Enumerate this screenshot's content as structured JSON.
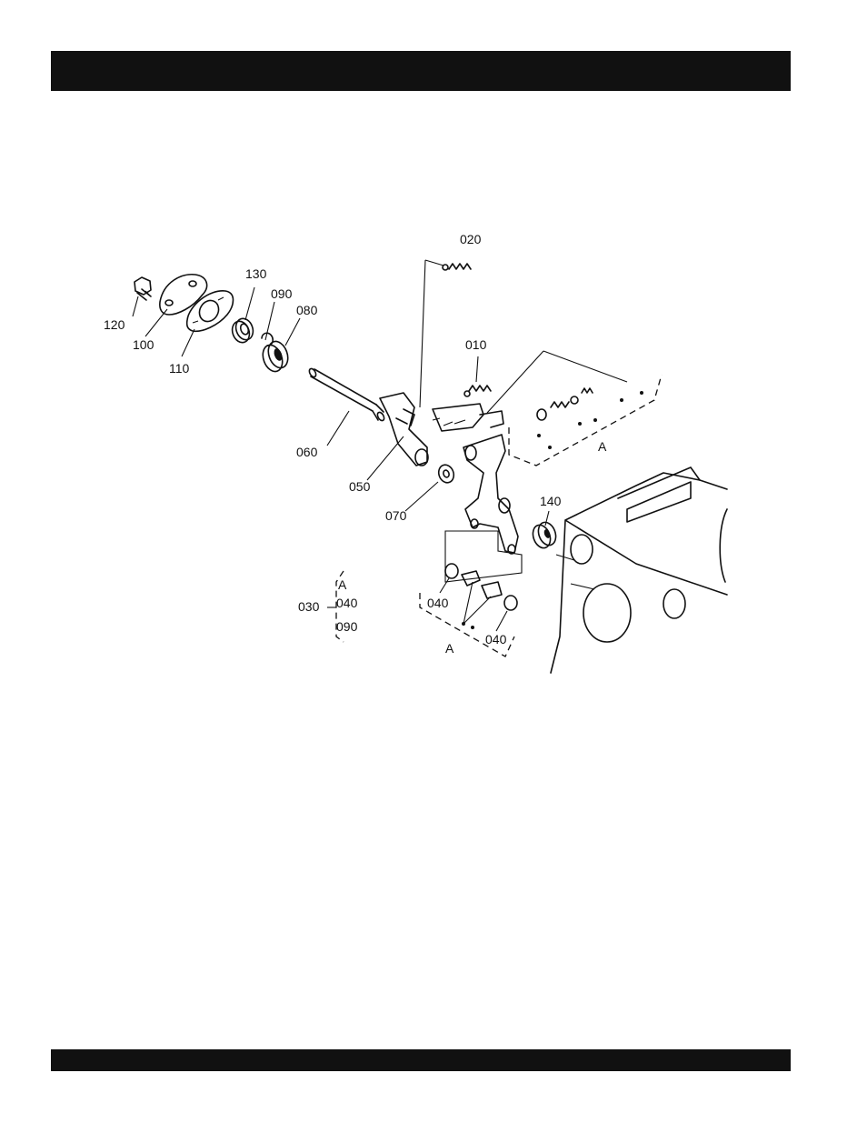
{
  "callouts": {
    "p020": "020",
    "p130": "130",
    "p090": "090",
    "p080": "080",
    "p120": "120",
    "p100": "100",
    "p110": "110",
    "p010": "010",
    "p060": "060",
    "p050": "050",
    "p070": "070",
    "p140": "140",
    "p040a": "040",
    "p040b": "040",
    "p030": "030",
    "groupA_upper": "A",
    "groupA_lower": "A"
  },
  "kit_legend": {
    "header": "A",
    "item1": "040",
    "item2": "090"
  }
}
